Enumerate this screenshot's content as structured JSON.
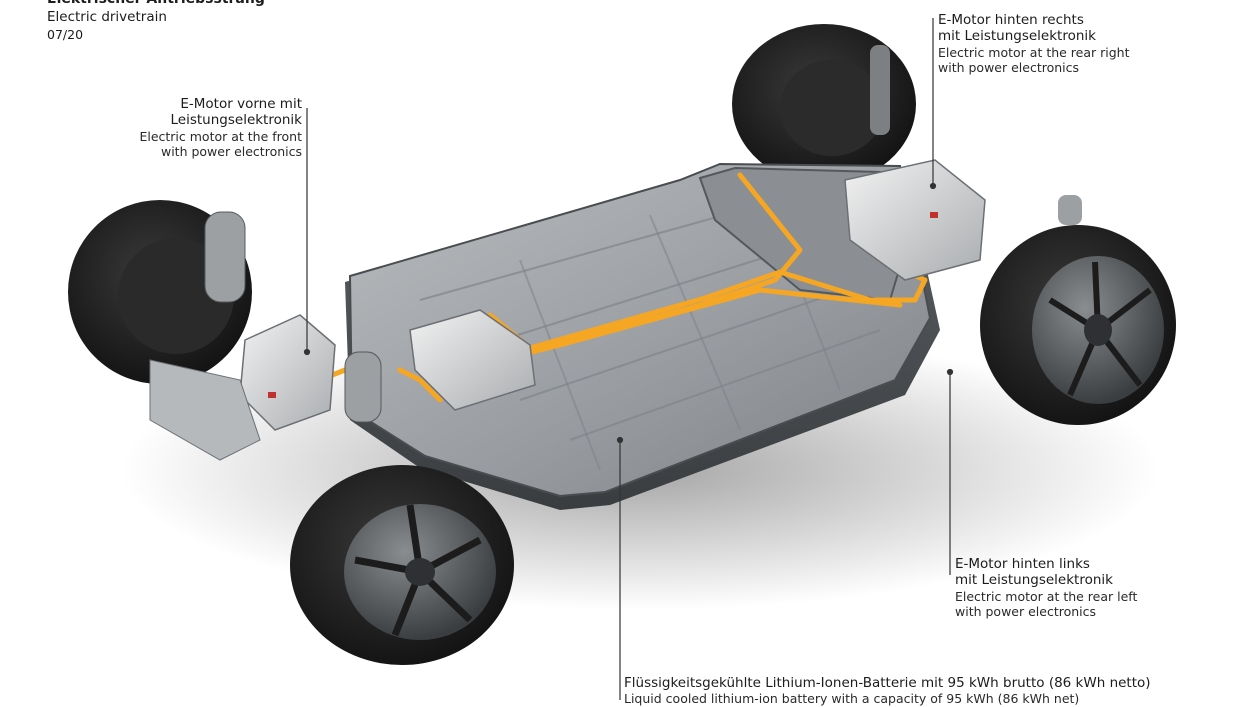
{
  "header": {
    "title_de": "Elektrischer Antriebsstrang",
    "title_en": "Electric drivetrain",
    "code": "07/20"
  },
  "callouts": {
    "front_motor": {
      "de": "E-Motor vorne mit\nLeistungselektronik",
      "en": "Electric motor at the front\nwith power electronics"
    },
    "rear_right_motor": {
      "de": "E-Motor hinten rechts\nmit Leistungselektronik",
      "en": "Electric motor at the rear right\nwith power electronics"
    },
    "rear_left_motor": {
      "de": "E-Motor hinten links\nmit Leistungselektronik",
      "en": "Electric motor at the rear left\nwith power electronics"
    },
    "battery": {
      "de": "Flüssigkeitsgekühlte Lithium-Ionen-Batterie mit 95 kWh brutto (86 kWh netto)",
      "en": "Liquid cooled lithium-ion battery with a capacity of 95 kWh (86 kWh net)"
    }
  },
  "colors": {
    "cooling_lines": "#f5a623",
    "battery_tray": "#8e9296",
    "tire": "#1e1e1e",
    "leader_line": "#333333"
  }
}
